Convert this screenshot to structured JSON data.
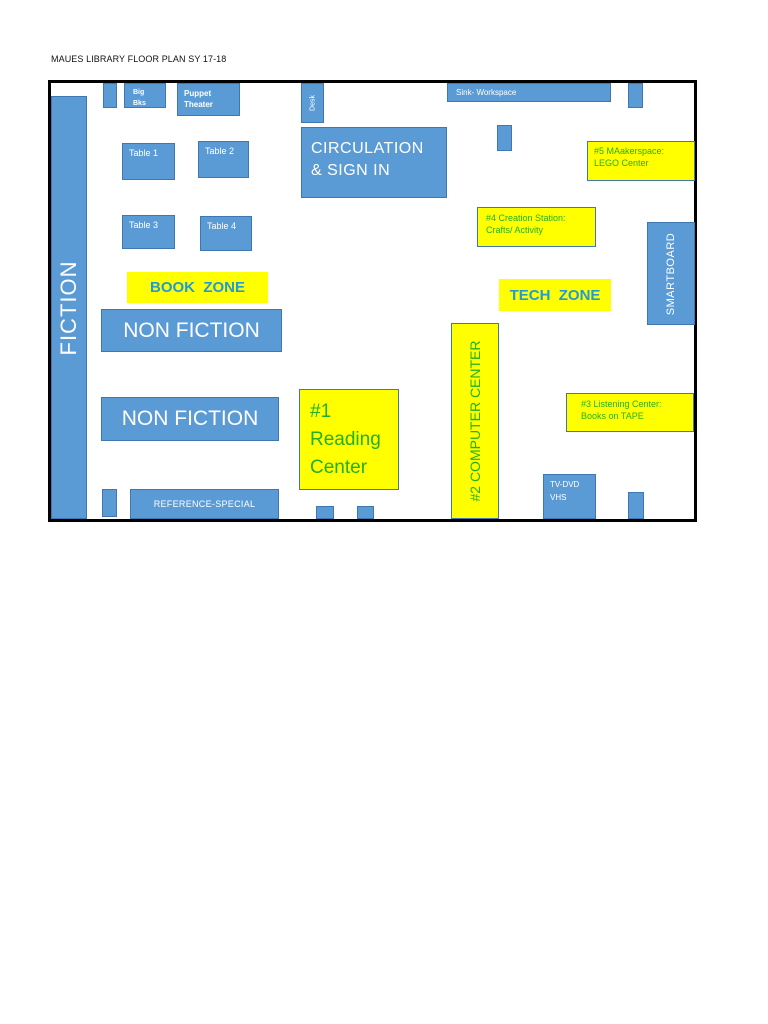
{
  "title": "MAUES LIBRARY FLOOR PLAN SY 17-18",
  "colors": {
    "furniture": "#5b9bd5",
    "zone_highlight": "#ffff00",
    "zone_text_green": "#22b022",
    "zone_text_blue": "#1f9bd8"
  },
  "labels": {
    "fiction": "FICTION",
    "big_bks": "Big Bks",
    "puppet_theater": "Puppet Theater",
    "desk": "Desk",
    "sink_workspace": "Sink- Workspace",
    "circulation": "CIRCULATION & SIGN IN",
    "makerspace": "#5 MAakerspace: LEGO Center",
    "table1": "Table 1",
    "table2": "Table 2",
    "table3": "Table 3",
    "table4": "Table 4",
    "creation_station": "#4 Creation Station: Crafts/ Activity",
    "smartboard": "SMARTBOARD",
    "book_zone": "BOOK  ZONE",
    "tech_zone": "TECH  ZONE",
    "non_fiction_1": "NON FICTION",
    "non_fiction_2": "NON FICTION",
    "computer_center": "#2  COMPUTER CENTER",
    "reading_center": "#1 Reading Center",
    "listening_center": "#3 Listening Center: Books on TAPE",
    "tv_dvd": "TV-DVD VHS",
    "reference_special": "REFERENCE-SPECIAL"
  }
}
